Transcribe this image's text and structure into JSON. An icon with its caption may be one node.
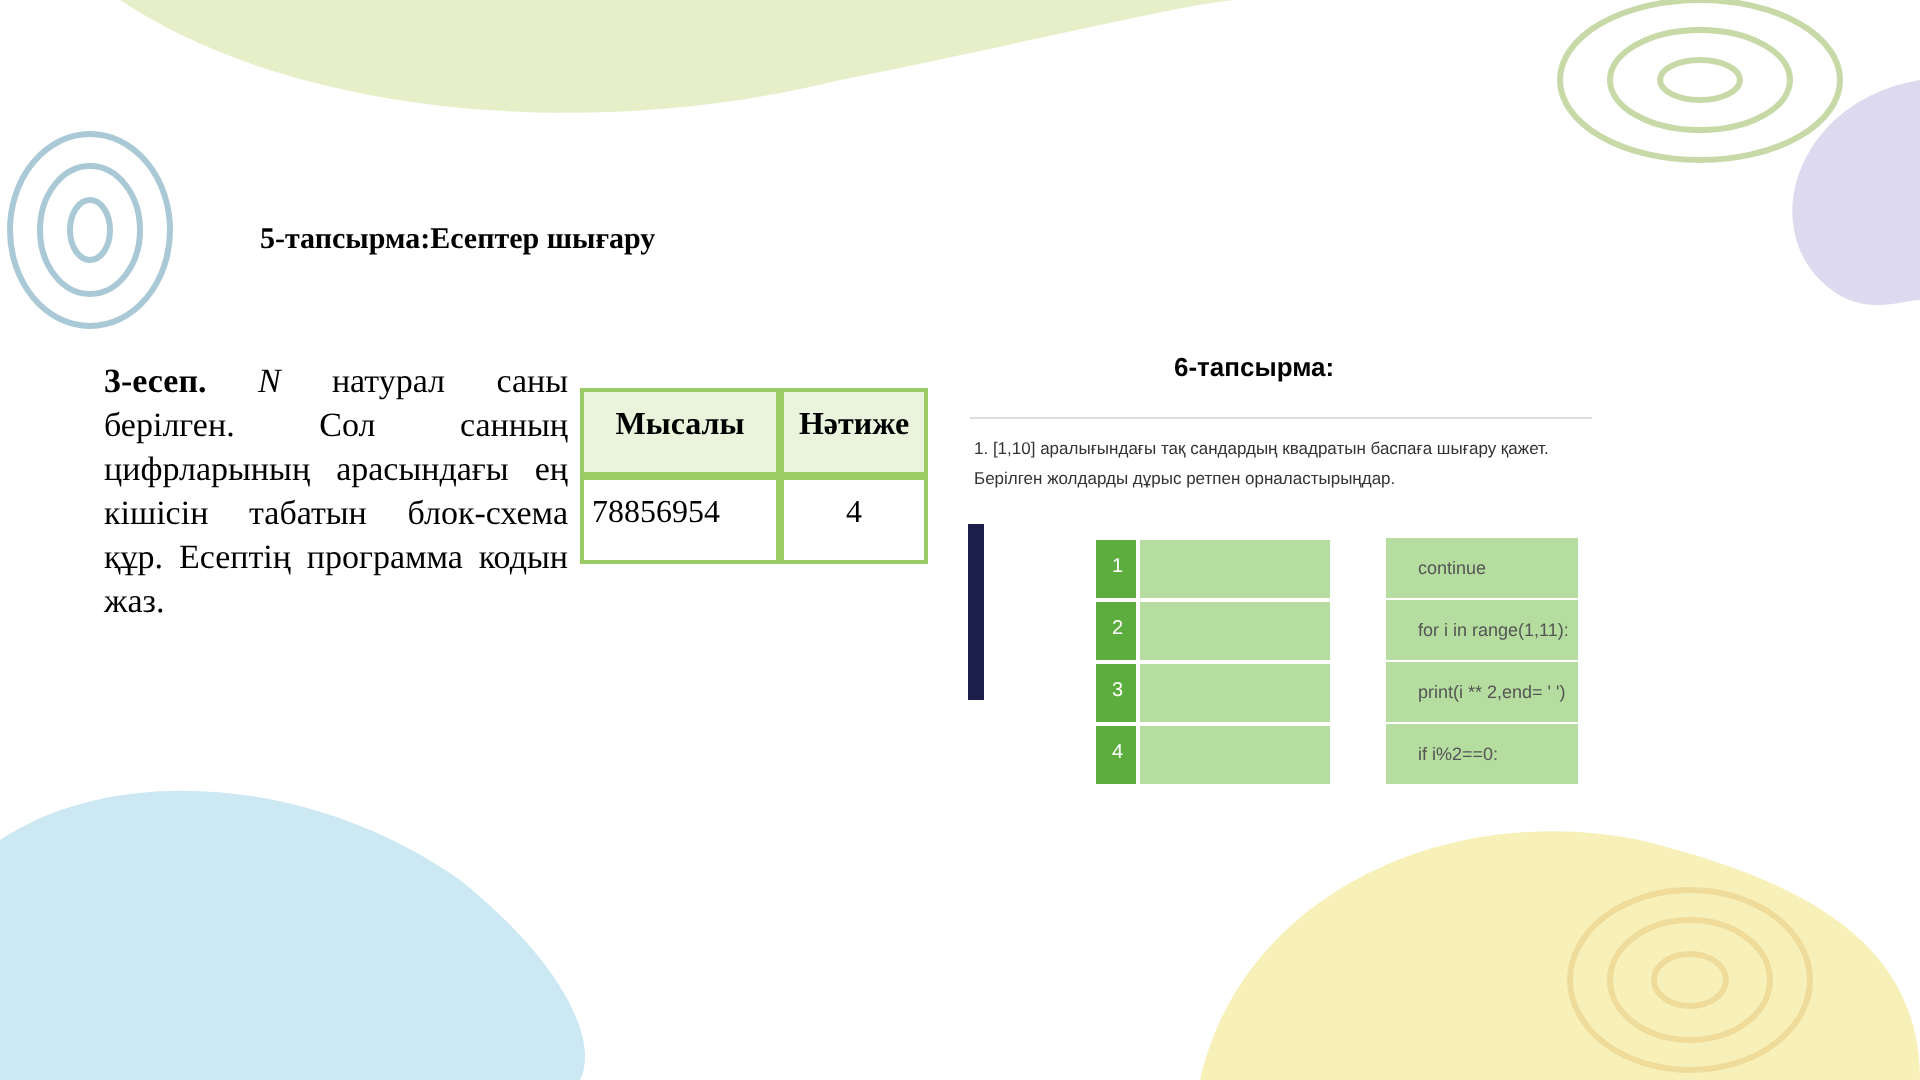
{
  "diagram": {
    "title": "5-тапсырма:Есептер шығару",
    "labels": [
      "**3-есеп.** *N* натурал саны берілген. Сол санның цифрларының арасындағы ең кішісін табатын блок-схема құр. Есептің программа кодын жаз.",
      "Мысалы",
      "Нәтиже",
      "78856954",
      "4",
      "6-тапсырма:",
      "1. [1,10] аралығындағы тақ сандардың квадратын баспаға шығару қажет. Берілген жолдарды дұрыс ретпен орналастырыңдар.",
      "1",
      "continue",
      "2",
      "for i in range(1,11):",
      "3",
      "print(i ** 2,end= ' ')",
      "4",
      "if i%2==0:"
    ]
  }
}
